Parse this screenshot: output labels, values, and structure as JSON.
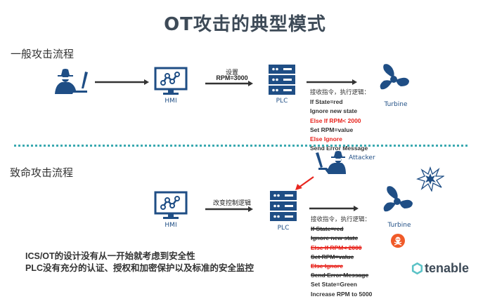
{
  "title": "OT攻击的典型模式",
  "colors": {
    "icon_blue": "#1f4e85",
    "alert_red": "#e8261f",
    "divider_teal": "#3aa9b0",
    "skull_orange": "#f05a28",
    "text_dark": "#3d4a57"
  },
  "normal_flow": {
    "section_label": "一般攻击流程",
    "attacker_icon": "hacker-at-computer-icon",
    "hmi_label": "HMI",
    "arrow_label_line1": "设置",
    "arrow_label_line2": "RPM=3000",
    "plc_label": "PLC",
    "turbine_label": "Turbine",
    "logic": {
      "header": "接收指令，执行逻辑：",
      "lines": [
        {
          "text": "If State=red",
          "style": "normal"
        },
        {
          "text": "Ignore new state",
          "style": "normal"
        },
        {
          "text": "Else If RPM< 2000",
          "style": "red"
        },
        {
          "text": "Set RPM=value",
          "style": "normal"
        },
        {
          "text": "Else Ignore",
          "style": "red"
        },
        {
          "text": "Send Error Message",
          "style": "normal"
        }
      ]
    }
  },
  "fatal_flow": {
    "section_label": "致命攻击流程",
    "attacker_label": "Attacker",
    "hmi_label": "HMI",
    "arrow_label": "改变控制逻辑",
    "plc_label": "PLC",
    "turbine_label": "Turbine",
    "explosion_icon": "explosion-icon",
    "skull_icon": "skull-crossbones-icon",
    "logic": {
      "header": "接收指令，执行逻辑：",
      "lines": [
        {
          "text": "If State=red",
          "style": "strike"
        },
        {
          "text": "Ignore new state",
          "style": "strike"
        },
        {
          "text": "Else If RPM< 2000",
          "style": "red-strike"
        },
        {
          "text": "Set RPM=value",
          "style": "strike"
        },
        {
          "text": "Else Ignore",
          "style": "red-strike"
        },
        {
          "text": "Send Error Message",
          "style": "strike"
        },
        {
          "text": "Set State=Green",
          "style": "normal"
        },
        {
          "text": "Increase RPM to 5000",
          "style": "normal"
        }
      ]
    }
  },
  "bottom_notes": [
    "ICS/OT的设计没有从一开始就考虑到安全性",
    "PLC没有充分的认证、授权和加密保护以及标准的安全监控"
  ],
  "brand": {
    "name": "tenable"
  }
}
